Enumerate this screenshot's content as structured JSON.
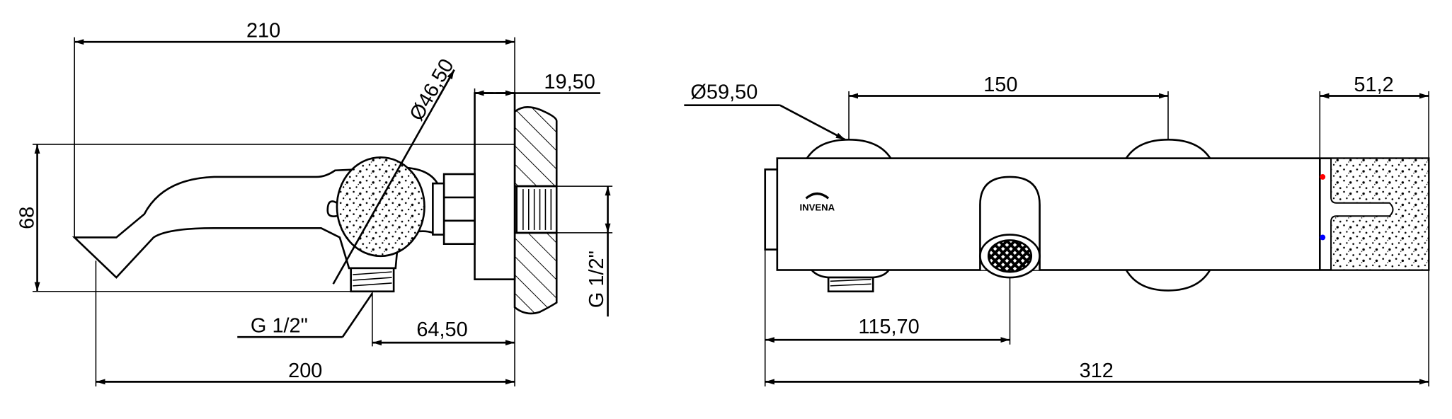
{
  "side_view": {
    "dim_overall_top": "210",
    "dim_height": "68",
    "dim_knob_diameter": "Ø46,50",
    "dim_flange": "19,50",
    "dim_outlet_thread": "G 1/2\"",
    "dim_outlet_offset": "64,50",
    "dim_overall_bottom": "200",
    "dim_inlet_thread": "G 1/2\""
  },
  "front_view": {
    "dim_cap_diameter": "Ø59,50",
    "dim_centers": "150",
    "dim_cartridge": "51,2",
    "dim_spout_position": "115,70",
    "dim_overall_width": "312",
    "logo": "INVENA",
    "hot_indicator_color": "#ff0000",
    "cold_indicator_color": "#0000ff"
  }
}
